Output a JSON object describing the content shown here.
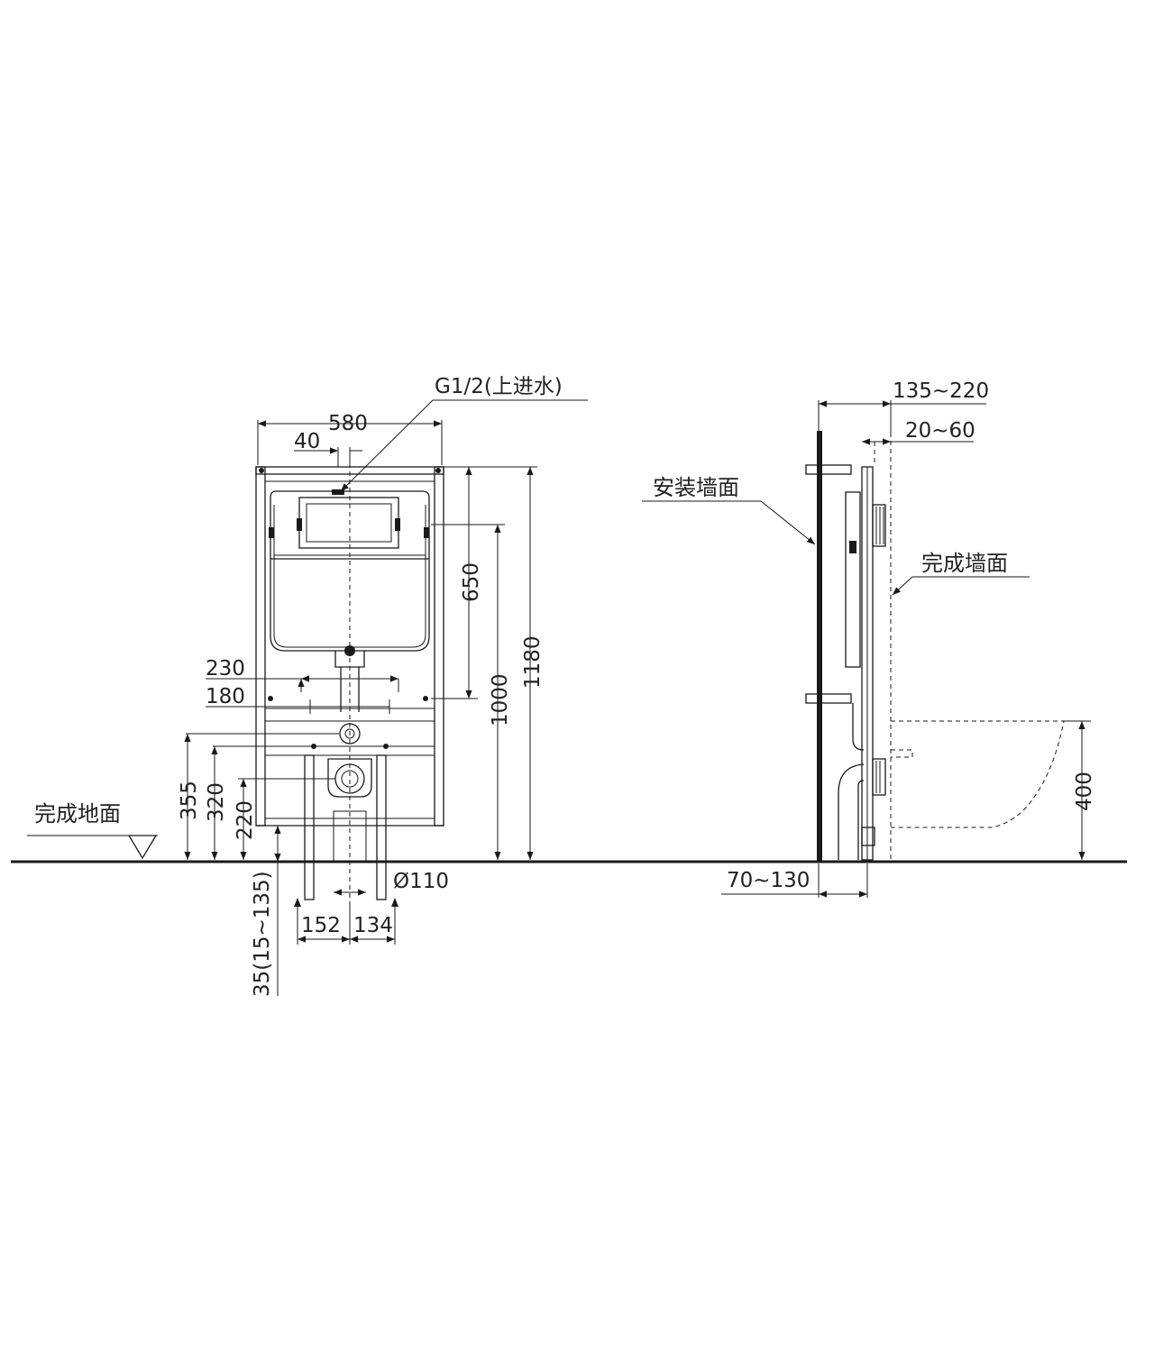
{
  "labels": {
    "inlet": "G1/2(上进水)",
    "finished_floor": "完成地面",
    "install_wall": "安装墙面",
    "finished_wall": "完成墙面"
  },
  "dimensions": {
    "frame_width": "580",
    "inlet_offset": "40",
    "tank_height": "650",
    "height_1000": "1000",
    "height_1180": "1180",
    "w230": "230",
    "w180": "180",
    "h355": "355",
    "h320": "320",
    "h220": "220",
    "below_floor": "35(15~135)",
    "d152": "152",
    "d134": "134",
    "pipe_dia": "Ø110",
    "depth_range": "135~220",
    "tile_range": "20~60",
    "wall_gap": "70~130",
    "bowl_height": "400"
  }
}
